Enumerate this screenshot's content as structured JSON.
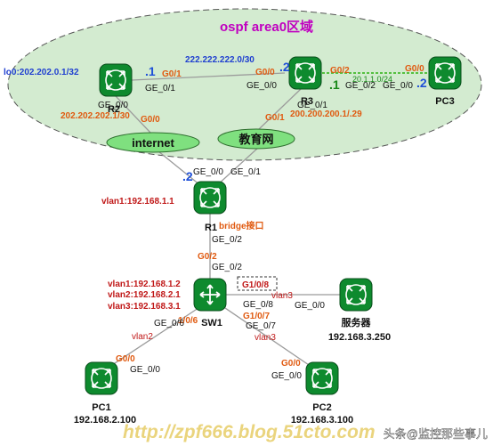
{
  "area": {
    "title": "ospf area0区域",
    "fill": "#d3ebd0",
    "title_color": "#c000c0"
  },
  "colors": {
    "red_label": "#e05a10",
    "blue_label": "#1f3fd0",
    "blue_bold": "#1e4fd8",
    "green_label": "#1a8a1a",
    "vlan_label": "#c01818",
    "link_line": "#9b9b9b",
    "green_link": "#55c040",
    "device_fill": "#0e8a2e",
    "cloud_fill": "#7fe07f"
  },
  "devices": {
    "r2": {
      "label": "R2",
      "icon": "router-icon"
    },
    "r3": {
      "label": "R3",
      "icon": "router-icon"
    },
    "pc3": {
      "label": "PC3",
      "icon": "router-icon"
    },
    "r1": {
      "label": "R1",
      "icon": "router-icon"
    },
    "sw1": {
      "label": "SW1",
      "icon": "switch-icon"
    },
    "server": {
      "label": "服务器",
      "ip": "192.168.3.250",
      "icon": "router-icon"
    },
    "pc1": {
      "label": "PC1",
      "ip": "192.168.2.100",
      "icon": "router-icon"
    },
    "pc2": {
      "label": "PC2",
      "ip": "192.168.3.100",
      "icon": "router-icon"
    }
  },
  "clouds": {
    "internet": {
      "label": "internet"
    },
    "edu": {
      "label": "教育网"
    }
  },
  "labels": {
    "lo0": "lo0:202.202.0.1/32",
    "r2_r3_net": "222.222.222.0/30",
    "dot1": ".1",
    "dot2": ".2",
    "r2_g01": "G0/1",
    "r2_ge01": "GE_0/1",
    "r3_g00": "G0/0",
    "r3_ge00": "GE_0/0",
    "r3_g02": "G0/2",
    "r3_ge02": "GE_0/2",
    "pc3_g00": "G0/0",
    "pc3_ge00": "GE_0/0",
    "r3_pc3_net": "20.1.1.0/24",
    "r3_pc3_dot1": ".1",
    "pc3_dot2": ".2",
    "r2_ge00": "GE_0/0",
    "r2_g00": "G0/0",
    "r2_inet_ip": "202.202.202.1/30",
    "r3_g01": "G0/1",
    "r3_ge01": "GE_0/1",
    "edu_ip": "200.200.200.1/.29",
    "r1_dot2": ".2",
    "r1_ge00": "GE_0/0",
    "r1_ge01": "GE_0/1",
    "r1_vlan1": "vlan1:192.168.1.1",
    "bridge": "bridge接口",
    "r1_ge02": "GE_0/2",
    "sw1_g02": "G0/2",
    "sw1_ge02": "GE_0/2",
    "sw_vlan1": "vlan1:192.168.1.2",
    "sw_vlan2": "vlan2:192.168.2.1",
    "sw_vlan3": "vlan3:192.168.3.1",
    "g108": "G1/0/8",
    "vlan3_server": "vlan3",
    "sw_ge08": "GE_0/8",
    "server_ge00": "GE_0/0",
    "sw_ge06": "GE_0/6",
    "g107": "G1/0/7",
    "sw_ge07": "GE_0/7",
    "vlan2": "vlan2",
    "vlan3_pc2": "vlan3",
    "pc1_g00": "G0/0",
    "pc1_ge00": "GE_0/0",
    "pc2_g00": "G0/0",
    "pc2_ge00": "GE_0/0",
    "g106_frag": "1/0/6"
  },
  "watermark": {
    "text": "http://zpf666.blog.51cto.com",
    "color": "#e8d070"
  },
  "credit": {
    "text": "头条@监控那些事儿"
  }
}
